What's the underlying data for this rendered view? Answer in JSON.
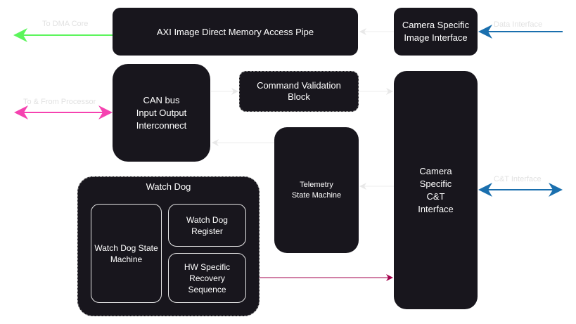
{
  "blocks": {
    "axi_dma": "AXI Image Direct Memory Access Pipe",
    "camera_image_interface": "Camera Specific\nImage Interface",
    "can_bus": "CAN bus\nInput Output\nInterconnect",
    "command_validation": "Command Validation\nBlock",
    "telemetry_sm": "Telemetry\nState Machine",
    "camera_ct_interface": "Camera\nSpecific\nC&T\nInterface",
    "watchdog": {
      "title": "Watch Dog",
      "state_machine": "Watch Dog State\nMachine",
      "register": "Watch Dog\nRegister",
      "recovery": "HW Specific\nRecovery\nSequence"
    }
  },
  "edge_labels": {
    "to_dma_core": "To DMA Core",
    "data_interface": "Data Interface",
    "to_from_processor": "To & From Processor",
    "ct_interface": "C&T Interface"
  },
  "colors": {
    "block_fill": "#18161d",
    "dma_arrow": "#5cf55c",
    "processor_arrow": "#f542b0",
    "interface_arrow": "#1a6fae",
    "recovery_arrow": "#a3004c",
    "internal_arrow": "#eeeeee"
  }
}
